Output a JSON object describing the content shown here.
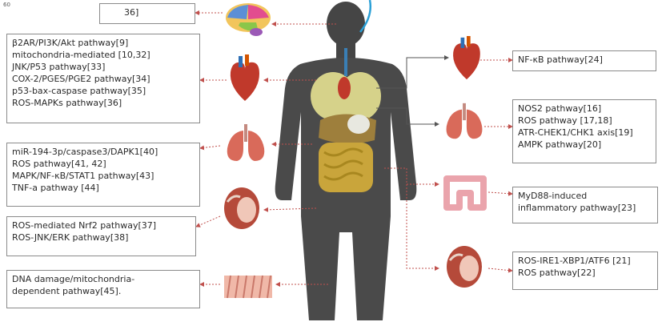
{
  "corner_mark": "60",
  "left_boxes": [
    {
      "id": "brain",
      "lines": [
        "36]"
      ]
    },
    {
      "id": "heart",
      "lines": [
        "β2AR/PI3K/Akt pathway[9]",
        "mitochondria-mediated [10,32]",
        "JNK/P53 pathway[33]",
        "COX-2/PGES/PGE2 pathway[34]",
        "p53-bax-caspase pathway[35]",
        "ROS-MAPKs pathway[36]"
      ]
    },
    {
      "id": "lung",
      "lines": [
        "miR-194-3p/caspase3/DAPK1[40]",
        "ROS pathway[41, 42]",
        "MAPK/NF-κB/STAT1 pathway[43]",
        "TNF-a pathway [44]"
      ]
    },
    {
      "id": "kidney",
      "lines": [
        "ROS-mediated Nrf2 pathway[37]",
        "ROS-JNK/ERK pathway[38]"
      ]
    },
    {
      "id": "muscle",
      "lines": [
        "DNA damage/mitochondria-",
        "dependent pathway[45]."
      ]
    }
  ],
  "right_boxes": [
    {
      "id": "heart",
      "lines": [
        "NF-κB pathway[24]"
      ]
    },
    {
      "id": "lung",
      "lines": [
        "NOS2 pathway[16]",
        "ROS pathway [17,18]",
        "ATR-CHEK1/CHK1 axis[19]",
        "AMPK pathway[20]"
      ]
    },
    {
      "id": "intestine",
      "lines": [
        "MyD88-induced",
        "inflammatory pathway[23]"
      ]
    },
    {
      "id": "kidney",
      "lines": [
        "ROS-IRE1-XBP1/ATF6 [21]",
        "ROS pathway[22]"
      ]
    }
  ]
}
